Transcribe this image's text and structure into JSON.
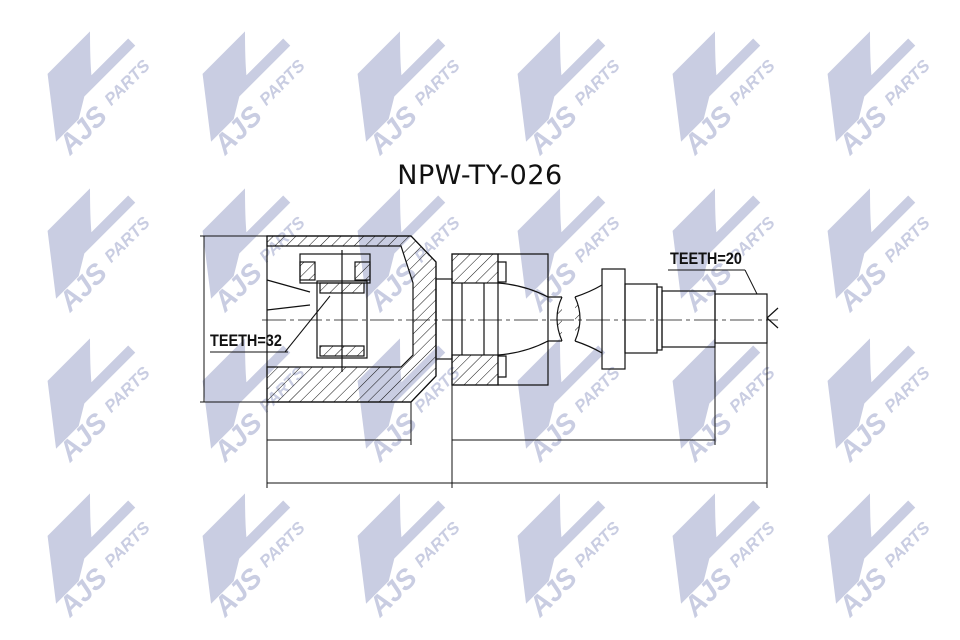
{
  "title": "NPW-TY-026",
  "watermark": {
    "text_left": "AJS",
    "text_right": "PARTS",
    "color": "#c9cde2"
  },
  "labels": {
    "teeth_inner": "TEETH=32",
    "teeth_outer": "TEETH=20"
  },
  "colors": {
    "line": "#111111",
    "background": "#ffffff"
  }
}
